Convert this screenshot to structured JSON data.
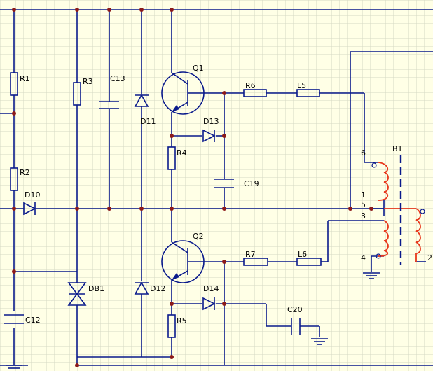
{
  "schematic": {
    "components": {
      "R1": "R1",
      "R2": "R2",
      "R3": "R3",
      "R4": "R4",
      "R5": "R5",
      "R6": "R6",
      "R7": "R7",
      "C12": "C12",
      "C13": "C13",
      "C19": "C19",
      "C20": "C20",
      "D10": "D10",
      "D11": "D11",
      "D12": "D12",
      "D13": "D13",
      "D14": "D14",
      "DB1": "DB1",
      "Q1": "Q1",
      "Q2": "Q2",
      "L5": "L5",
      "L6": "L6",
      "B1": "B1"
    },
    "pins": {
      "p6": "6",
      "p1": "1",
      "p5": "5",
      "p3": "3",
      "p4": "4",
      "p2": "2"
    },
    "colors": {
      "background": "#ffffe6",
      "grid": "#d6d8c4",
      "wire": "#0a1a8c",
      "coil": "#e8381d",
      "junction": "#8c1a1a"
    }
  }
}
